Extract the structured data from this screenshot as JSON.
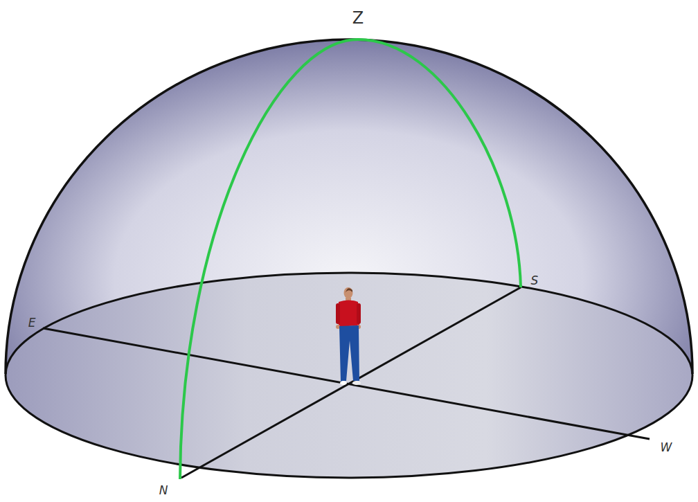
{
  "diagram": {
    "labels": [
      "Z",
      "E",
      "S",
      "N",
      "W"
    ]
  }
}
